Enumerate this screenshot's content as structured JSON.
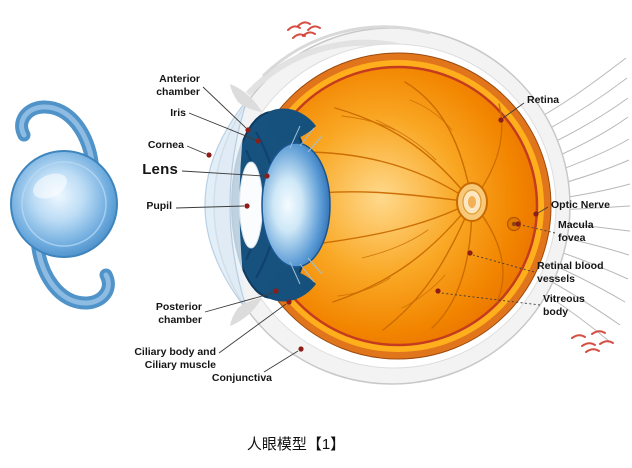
{
  "figure": {
    "caption": "人眼模型【1】"
  },
  "labels": {
    "anterior_chamber": "Anterior\nchamber",
    "iris": "Iris",
    "cornea": "Cornea",
    "lens": "Lens",
    "pupil": "Pupil",
    "posterior_chamber": "Posterior\nchamber",
    "ciliary_body": "Ciliary body and\nCiliary muscle",
    "conjunctiva": "Conjunctiva",
    "retina": "Retina",
    "optic_nerve": "Optic Nerve",
    "macula_fovea": "Macula\nfovea",
    "retinal_blood_vessels": "Retinal blood\nvessels",
    "vitreous_body": "Vitreous\nbody"
  },
  "colors": {
    "sclera_gray": "#f3f3f3",
    "choroid_orange": "#e0751c",
    "retina_band_orange": "#ffaf1c",
    "vitreous_orange": "#f79e1b",
    "vessel_orange": "#c96a00",
    "iris_blue": "#17527f",
    "lens_blue": "#1f5fa8",
    "iol_blue": "#5b9bd5",
    "leader_dot_red": "#8c1d18"
  }
}
